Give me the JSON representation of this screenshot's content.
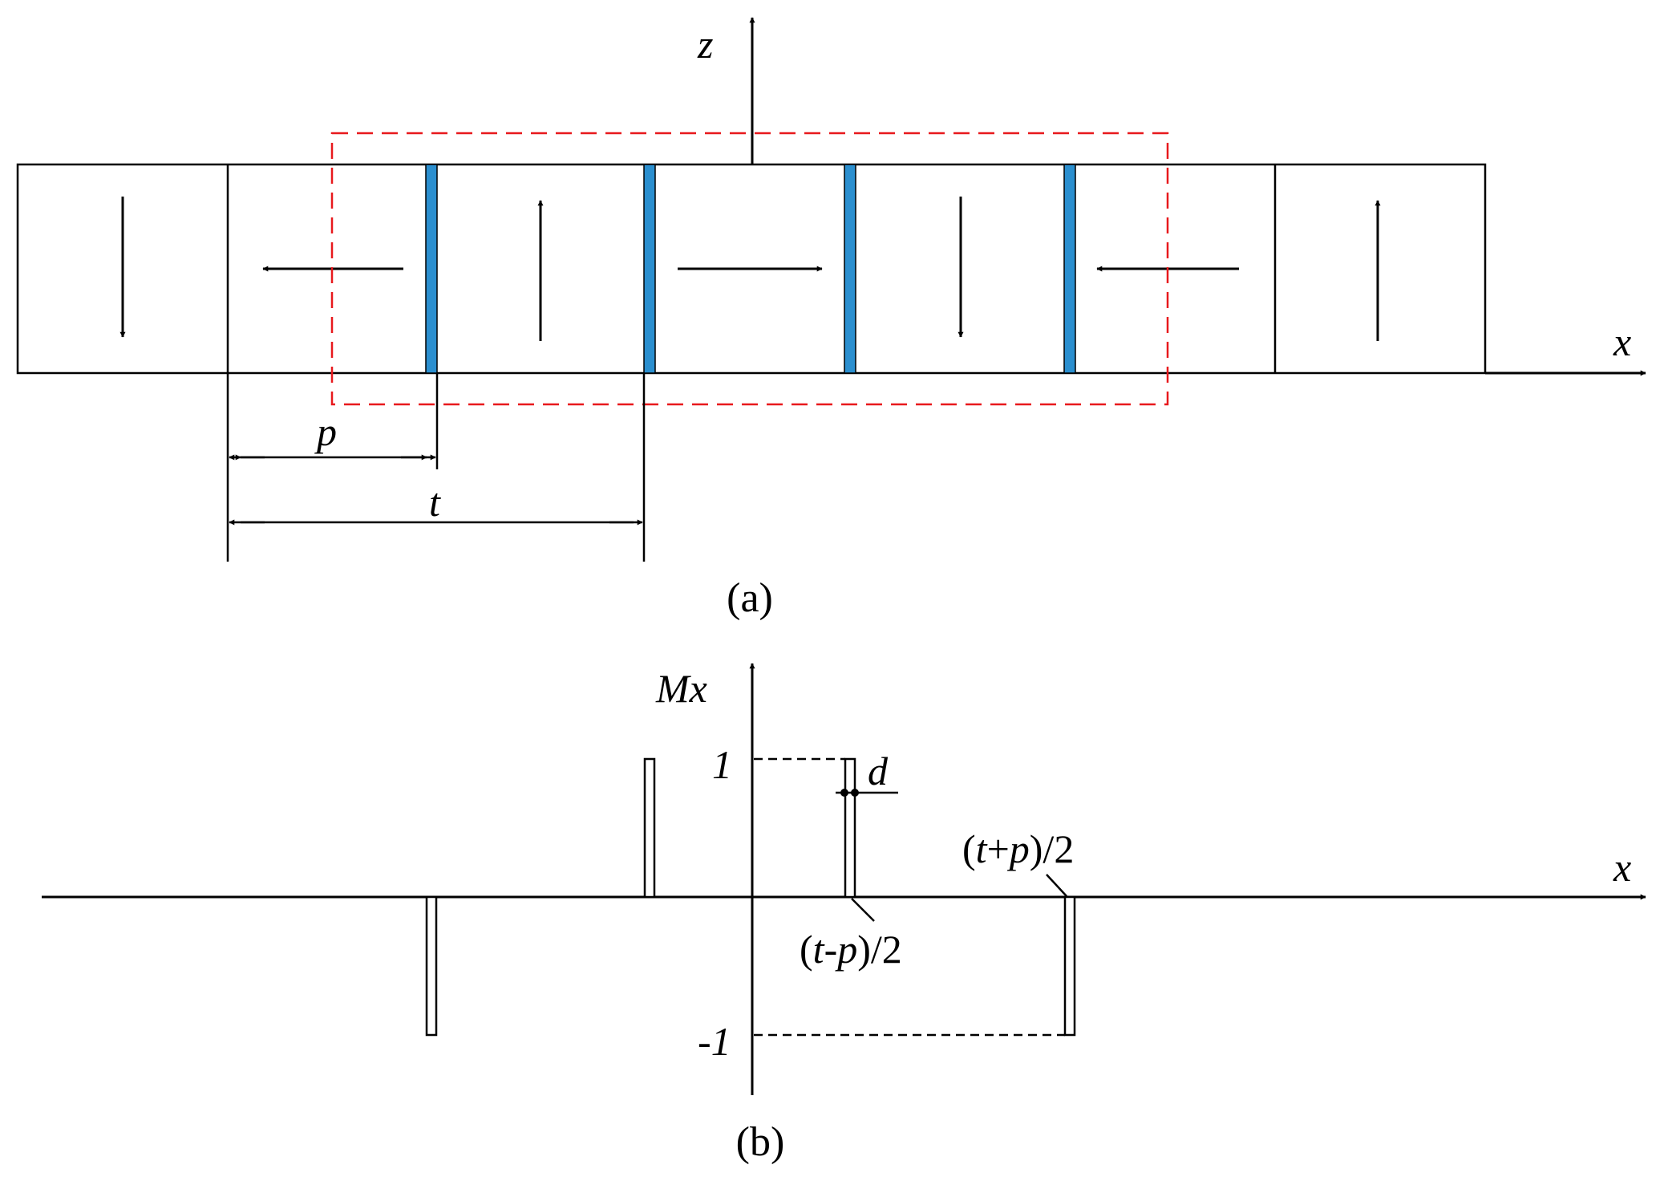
{
  "panel_a": {
    "caption": "(a)",
    "z_axis_label": "z",
    "x_axis_label": "x",
    "p_label": "p",
    "t_label": "t",
    "magnet_directions": [
      "down",
      "left",
      "up",
      "right",
      "down",
      "left",
      "up"
    ],
    "spacer_color": "#2b8fcf",
    "region_color": "#e8191d"
  },
  "panel_b": {
    "caption": "(b)",
    "y_axis_label": "Mx",
    "x_axis_label": "x",
    "tick_pos": "1",
    "tick_neg": "-1",
    "d_label": "d",
    "label_t_minus_p": "(t-p)/2",
    "label_t_plus_p": "(t+p)/2",
    "pulses": [
      -1,
      1,
      1,
      -1
    ]
  }
}
